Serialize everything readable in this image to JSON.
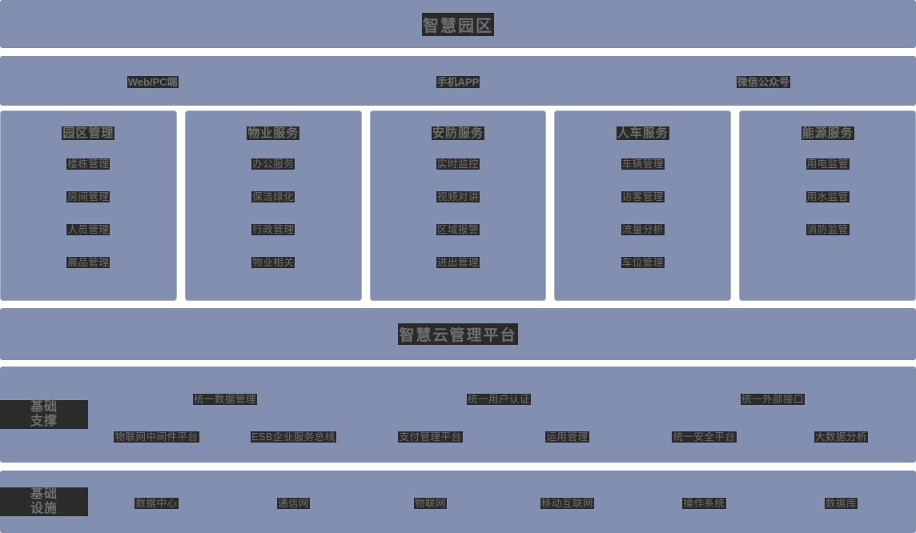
{
  "title_band": {
    "title": "智慧园区"
  },
  "access_band": {
    "items": [
      {
        "label": "Web/PC端"
      },
      {
        "label": "手机APP"
      },
      {
        "label": "微信公众号"
      }
    ]
  },
  "service_layer": {
    "cards": [
      {
        "title": "园区管理",
        "items": [
          "楼栋管理",
          "房间管理",
          "人员管理",
          "展品管理"
        ]
      },
      {
        "title": "物业服务",
        "items": [
          "办公服务",
          "保洁绿化",
          "行政管理",
          "物业相关"
        ]
      },
      {
        "title": "安防服务",
        "items": [
          "实时监控",
          "视频对讲",
          "区域报警",
          "进出管理"
        ]
      },
      {
        "title": "人车服务",
        "items": [
          "车辆管理",
          "访客管理",
          "流量分析",
          "车位管理"
        ]
      },
      {
        "title": "能源服务",
        "items": [
          "用电监管",
          "用水监管",
          "消防监管"
        ]
      }
    ]
  },
  "platform_band": {
    "title": "智慧云管理平台"
  },
  "support_band": {
    "label_line1": "基础",
    "label_line2": "支撑",
    "row_top": [
      "统一数据管理",
      "统一用户认证",
      "统一外部接口"
    ],
    "row_bottom": [
      "物联网中间件平台",
      "ESB企业服务总线",
      "支付管理平台",
      "运用管理",
      "统一安全平台",
      "大数据分析"
    ]
  },
  "infra_band": {
    "label_line1": "基础",
    "label_line2": "设施",
    "items": [
      "数据中心",
      "通信网",
      "物联网",
      "移动互联网",
      "操作系统",
      "数据库"
    ]
  },
  "colors": {
    "band_background": "#828fb0",
    "page_background": "#ffffff",
    "text": "#3a3a3a",
    "card_border": "#a8b2c9",
    "highlight": "#2b2b2b"
  }
}
